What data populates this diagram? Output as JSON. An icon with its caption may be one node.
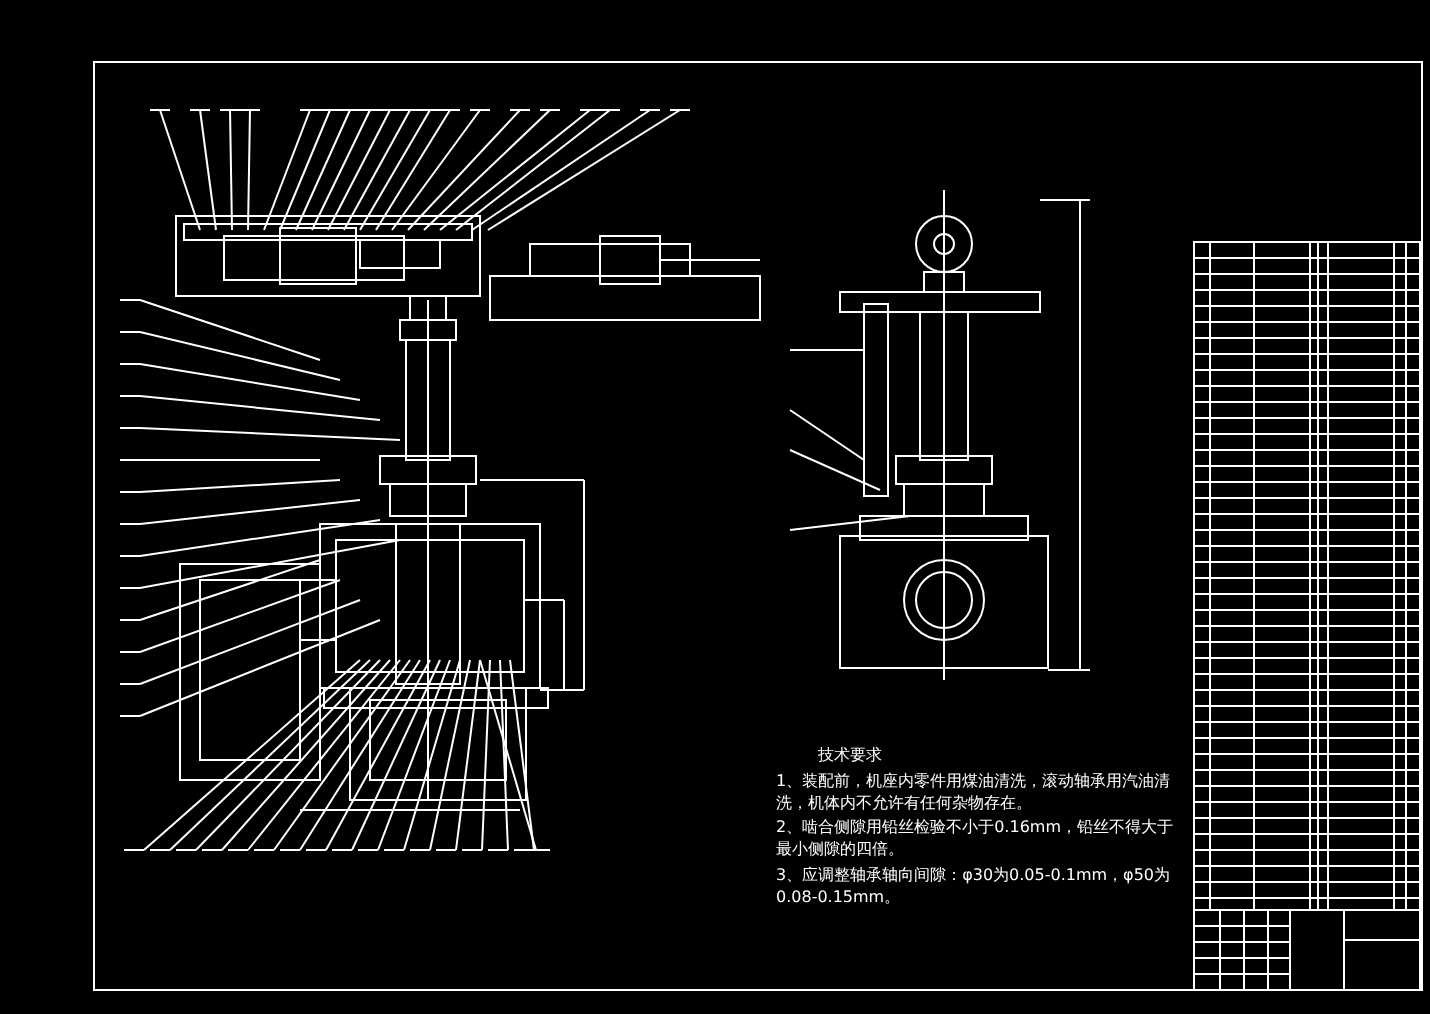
{
  "diagram": {
    "labels": [
      "技术要求",
      "1、装配前，机座内零件用煤油清洗，滚动轴承用汽油清洗，机体内不允许有任何杂物存在。",
      "2、啮合侧隙用铅丝检验不小于0.16mm，铅丝不得大于最小侧隙的四倍。",
      "3、应调整轴承轴向间隙：φ30为0.05-0.1mm，φ50为0.08-0.15mm。"
    ]
  }
}
